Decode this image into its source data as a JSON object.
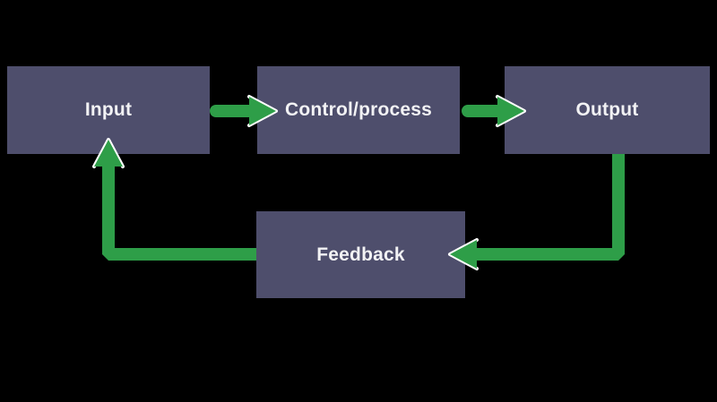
{
  "diagram": {
    "type": "flowchart",
    "background_color": "#000000",
    "node_fill_color": "#4e4e6c",
    "node_text_color": "#f2f2f4",
    "arrow_color": "#2e9e48",
    "arrowhead_outline_color": "#ffffff",
    "nodes": [
      {
        "id": "input",
        "label": "Input"
      },
      {
        "id": "control",
        "label": "Control/process"
      },
      {
        "id": "output",
        "label": "Output"
      },
      {
        "id": "feedback",
        "label": "Feedback"
      }
    ],
    "edges": [
      {
        "from": "input",
        "to": "control"
      },
      {
        "from": "control",
        "to": "output"
      },
      {
        "from": "output",
        "to": "feedback"
      },
      {
        "from": "feedback",
        "to": "input"
      }
    ]
  }
}
